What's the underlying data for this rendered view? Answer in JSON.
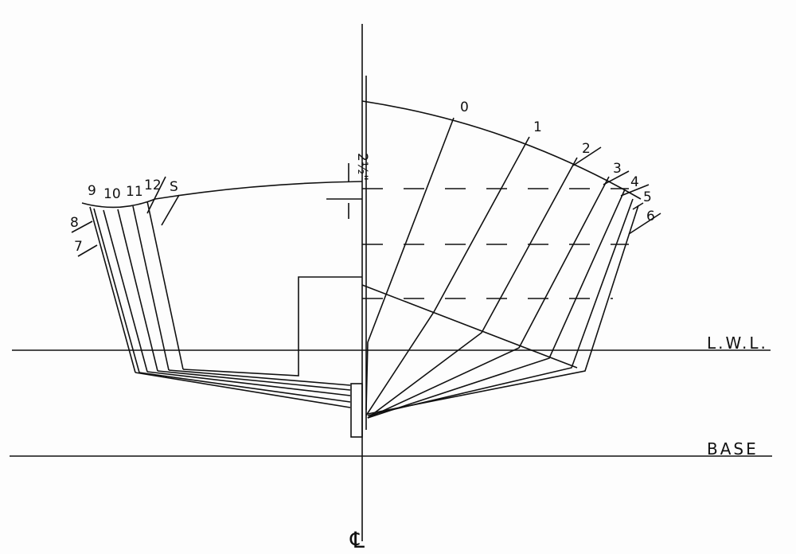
{
  "title": "Body plan",
  "labels": {
    "lwl": "L.W.L.",
    "base": "BASE",
    "centerline": "℄",
    "dimension": "2½\""
  },
  "bow_stations": [
    "0",
    "1",
    "2",
    "3",
    "4",
    "5",
    "6"
  ],
  "stern_stations": [
    "7",
    "8",
    "9",
    "10",
    "11",
    "12",
    "S"
  ]
}
